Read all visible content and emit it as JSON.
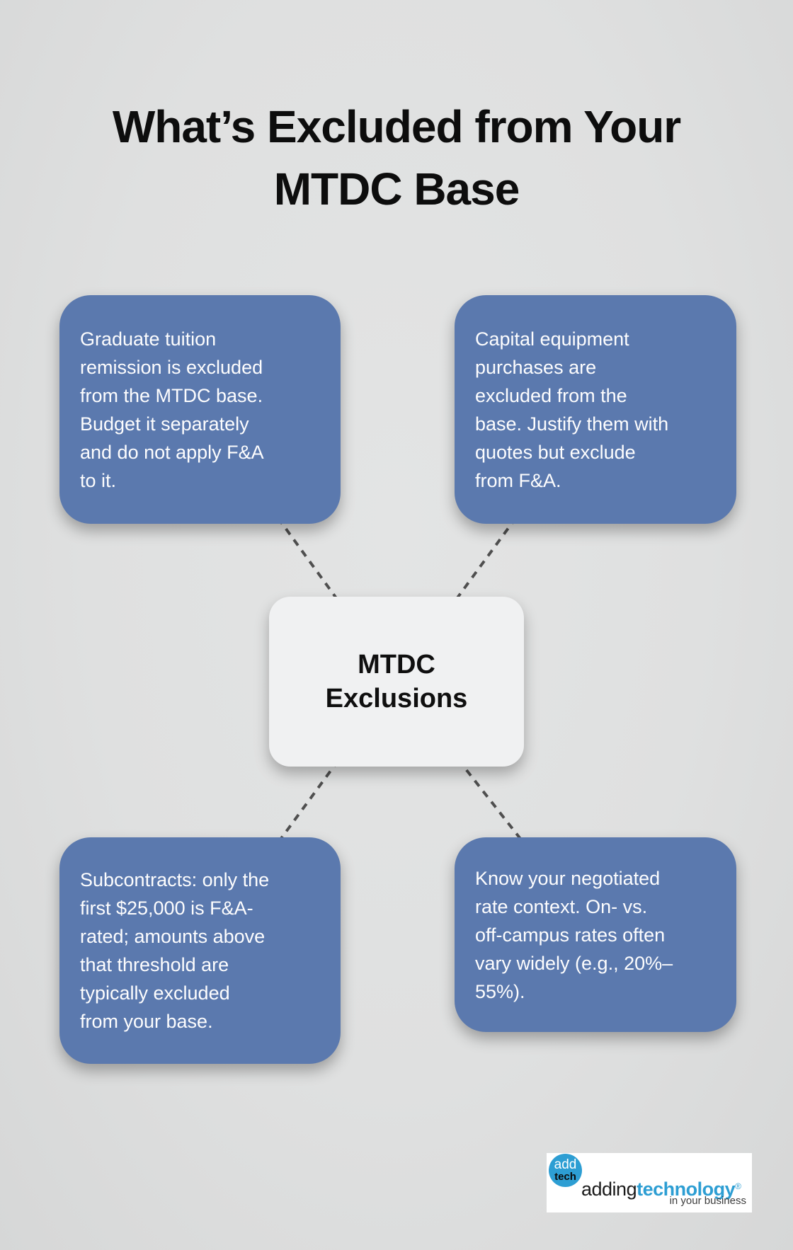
{
  "title": {
    "text": "What’s Excluded from Your\nMTDC Base"
  },
  "center_node": {
    "text": "MTDC\nExclusions"
  },
  "nodes": [
    {
      "id": "graduate-tuition",
      "text": "Graduate tuition\nremission is excluded\nfrom the MTDC base.\nBudget it separately\nand do not apply F&A\nto it."
    },
    {
      "id": "capital-equipment",
      "text": "Capital equipment\npurchases are\nexcluded from the\nbase. Justify them with\nquotes but exclude\nfrom F&A."
    },
    {
      "id": "subcontracts",
      "text": "Subcontracts: only the\nfirst $25,000 is F&A-\nrated; amounts above\nthat threshold are\ntypically excluded\nfrom your base."
    },
    {
      "id": "negotiated-rates",
      "text": "Know your negotiated\nrate context. On- vs.\noff-campus rates often\nvary widely (e.g., 20%–\n55%)."
    }
  ],
  "logo": {
    "badge_line1": "add",
    "badge_line2": "tech",
    "word_plain": "adding",
    "word_bold": "technology",
    "registered_mark": "®",
    "tagline": "in your business"
  },
  "colors": {
    "background": "#dfe0e0",
    "node_blue": "#5b79ae",
    "node_text": "#fdfdfe",
    "center_box": "#f0f1f2",
    "connector_gray": "#4f4f4f",
    "logo_blue": "#2d9ed3"
  }
}
